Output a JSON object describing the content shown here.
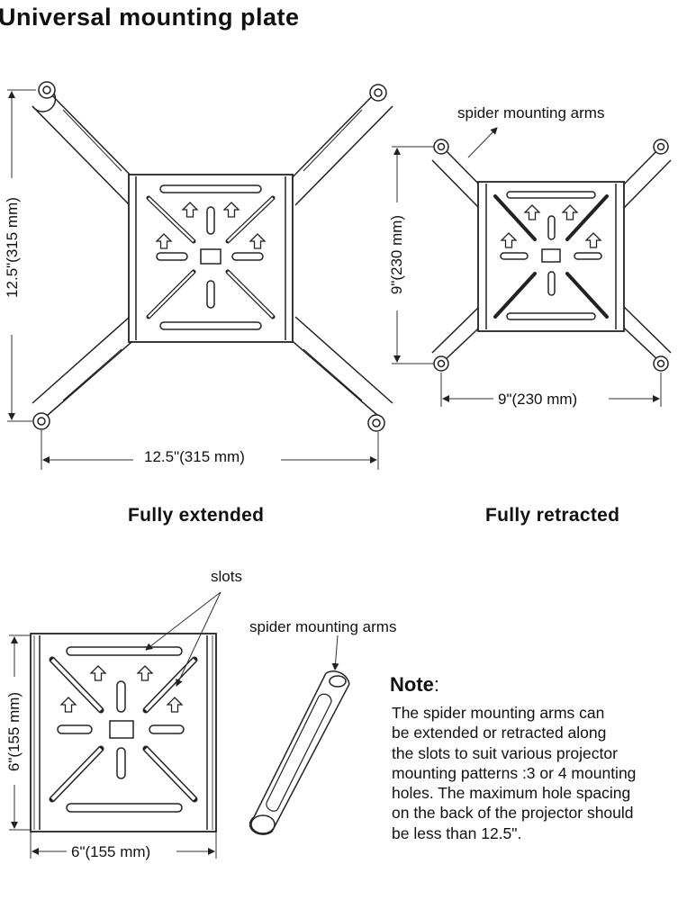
{
  "title": "Universal mounting plate",
  "extended": {
    "caption": "Fully extended",
    "height_label": "12.5\"(315 mm)",
    "width_label": "12.5\"(315 mm)"
  },
  "retracted": {
    "caption": "Fully retracted",
    "callout": "spider mounting arms",
    "height_label": "9\"(230 mm)",
    "width_label": "9\"(230 mm)"
  },
  "plate": {
    "callout": "slots",
    "height_label": "6\"(155 mm)",
    "width_label": "6\"(155 mm)"
  },
  "arm": {
    "callout": "spider mounting arms"
  },
  "note": {
    "heading": "Note",
    "colon": ":",
    "body": "The spider mounting arms can\nbe extended or retracted along\nthe slots to suit various projector\nmounting patterns :3 or 4 mounting\nholes. The maximum hole spacing\non the back of the projector should\nbe less than 12.5\"."
  }
}
